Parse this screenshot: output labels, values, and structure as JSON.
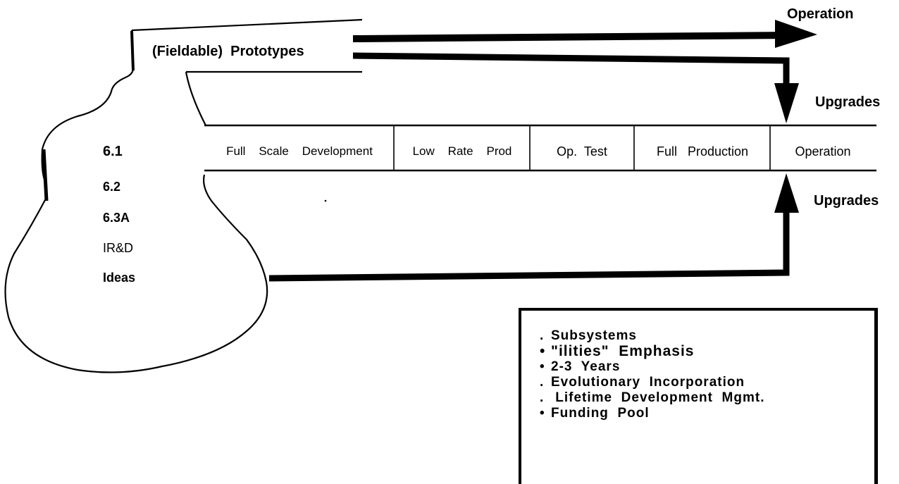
{
  "labels": {
    "operation_top": "Operation",
    "prototypes": "(Fieldable)  Prototypes",
    "upgrades_top": "Upgrades",
    "upgrades_bottom": "Upgrades"
  },
  "stages": [
    {
      "label": "Full    Scale    Development"
    },
    {
      "label": "Low    Rate    Prod"
    },
    {
      "label": "Op.  Test"
    },
    {
      "label": "Full   Production"
    },
    {
      "label": "Operation"
    }
  ],
  "sources": [
    {
      "label": "6.1"
    },
    {
      "label": "6.2"
    },
    {
      "label": "6.3A"
    },
    {
      "label": "IR&D"
    },
    {
      "label": "Ideas"
    }
  ],
  "notes": [
    {
      "bullet": ".",
      "text": "Subsystems"
    },
    {
      "bullet": "•",
      "text": "\"ilities\"  Emphasis"
    },
    {
      "bullet": "•",
      "text": "2-3  Years"
    },
    {
      "bullet": ".",
      "text": "Evolutionary  Incorporation"
    },
    {
      "bullet": ".",
      "text": " Lifetime  Development  Mgmt."
    },
    {
      "bullet": "•",
      "text": "Funding  Pool"
    }
  ]
}
